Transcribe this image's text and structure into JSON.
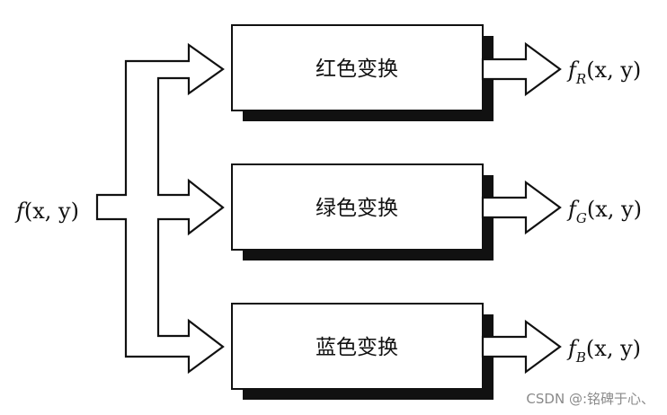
{
  "input": {
    "fn": "f",
    "args": "(x, y)"
  },
  "channels": [
    {
      "label": "红色变换",
      "out_fn": "f",
      "out_sub": "R",
      "out_args": "(x, y)"
    },
    {
      "label": "绿色变换",
      "out_fn": "f",
      "out_sub": "G",
      "out_args": "(x, y)"
    },
    {
      "label": "蓝色变换",
      "out_fn": "f",
      "out_sub": "B",
      "out_args": "(x, y)"
    }
  ],
  "watermark": "CSDN @:铭碑于心、"
}
